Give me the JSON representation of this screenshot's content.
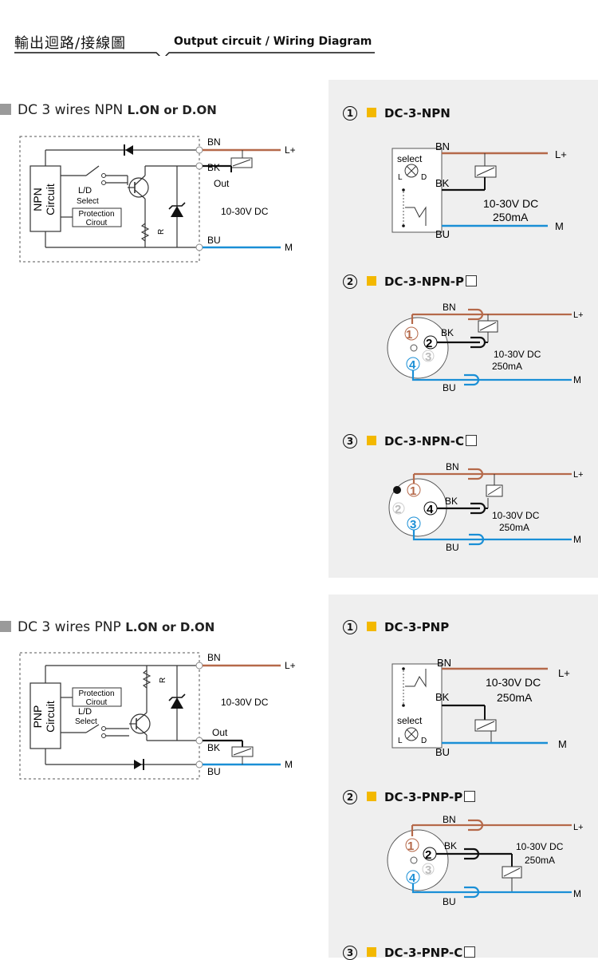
{
  "header": {
    "title_zh": "輸出迴路/接線圖",
    "title_en": "Output circuit / Wiring Diagram"
  },
  "colors": {
    "brown": "#b5694a",
    "blue": "#1a8fd6",
    "black": "#111111",
    "yellow": "#f3b800",
    "panel": "#efefef"
  },
  "npn": {
    "section_title": "DC 3 wires NPN",
    "section_mode": "L.ON  or  D.ON",
    "circuit_label": "NPN",
    "circuit_label2": "Circuit",
    "ld_select": "L/D",
    "select": "Select",
    "protection": "Protection",
    "cirout": "Cirout",
    "r": "R",
    "bn": "BN",
    "bk": "BK",
    "out": "Out",
    "bu": "BU",
    "lplus": "L+",
    "m": "M",
    "voltage": "10-30V DC",
    "options": [
      {
        "num": "1",
        "name": "DC-3-NPN",
        "box": ""
      },
      {
        "num": "2",
        "name": "DC-3-NPN-P",
        "box": "box"
      },
      {
        "num": "3",
        "name": "DC-3-NPN-C",
        "box": "box"
      }
    ],
    "current": "250mA",
    "sel_label": "select",
    "l": "L",
    "d": "D",
    "pin1": "1",
    "pin2": "2",
    "pin3": "3",
    "pin4": "4"
  },
  "pnp": {
    "section_title": "DC 3 wires PNP",
    "section_mode": "L.ON  or  D.ON",
    "circuit_label": "PNP",
    "circuit_label2": "Circuit",
    "options": [
      {
        "num": "1",
        "name": "DC-3-PNP"
      },
      {
        "num": "2",
        "name": "DC-3-PNP-P"
      },
      {
        "num": "3",
        "name": "DC-3-PNP-C"
      }
    ]
  }
}
